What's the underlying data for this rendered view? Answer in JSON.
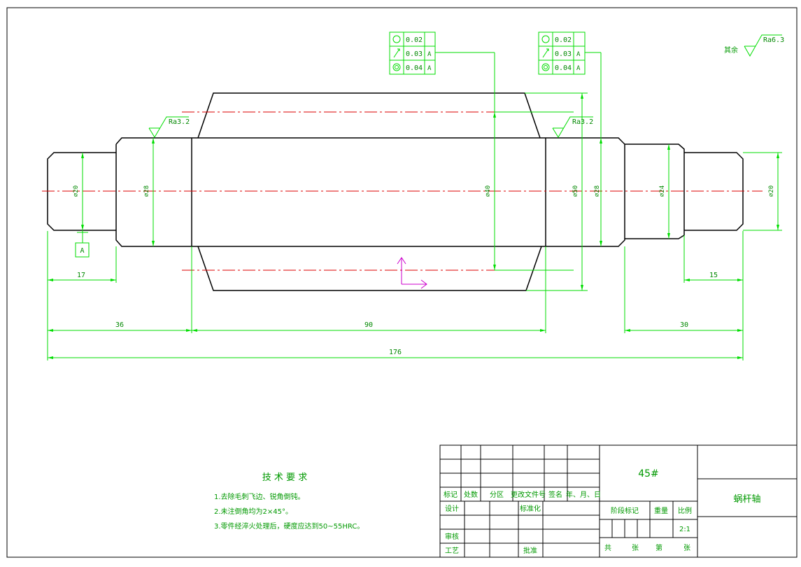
{
  "dimensions": {
    "d_left_end": "⌀20",
    "d_left_bearing": "⌀28",
    "d_center": "⌀40",
    "d_right_gear": "⌀50",
    "d_right_bearing": "⌀28",
    "d_step": "⌀24",
    "d_right_end": "⌀20",
    "len_17": "17",
    "len_15": "15",
    "len_36": "36",
    "len_90": "90",
    "len_30": "30",
    "len_176": "176"
  },
  "datum": {
    "label": "A"
  },
  "roughness": {
    "left": "Ra3.2",
    "right": "Ra3.2",
    "rest_label": "其余",
    "rest_value": "Ra6.3"
  },
  "tolerance_frames": [
    {
      "rows": [
        {
          "value": "0.02",
          "datum": ""
        },
        {
          "value": "0.03",
          "datum": "A"
        },
        {
          "value": "0.04",
          "datum": "A"
        }
      ]
    },
    {
      "rows": [
        {
          "value": "0.02",
          "datum": ""
        },
        {
          "value": "0.03",
          "datum": "A"
        },
        {
          "value": "0.04",
          "datum": "A"
        }
      ]
    }
  ],
  "tech_requirements": {
    "title": "技 术 要 求",
    "items": [
      "1.去除毛刺飞边、锐角倒钝。",
      "2.未注倒角均为2×45°。",
      "3.零件经淬火处理后，硬度应达到50~55HRC。"
    ]
  },
  "title_block": {
    "material": "45#",
    "part_name": "蜗杆轴",
    "header": [
      "标记",
      "处数",
      "分区",
      "更改文件号",
      "签名",
      "年、月、日"
    ],
    "design": "设计",
    "standardization": "标准化",
    "check": "审核",
    "process": "工艺",
    "approve": "批准",
    "stage_mark": "阶段标记",
    "weight": "重量",
    "scale": "比例",
    "scale_value": "2:1",
    "sheets_total": "共",
    "sheets_unit1": "张",
    "sheet_no": "第",
    "sheets_unit2": "张"
  }
}
